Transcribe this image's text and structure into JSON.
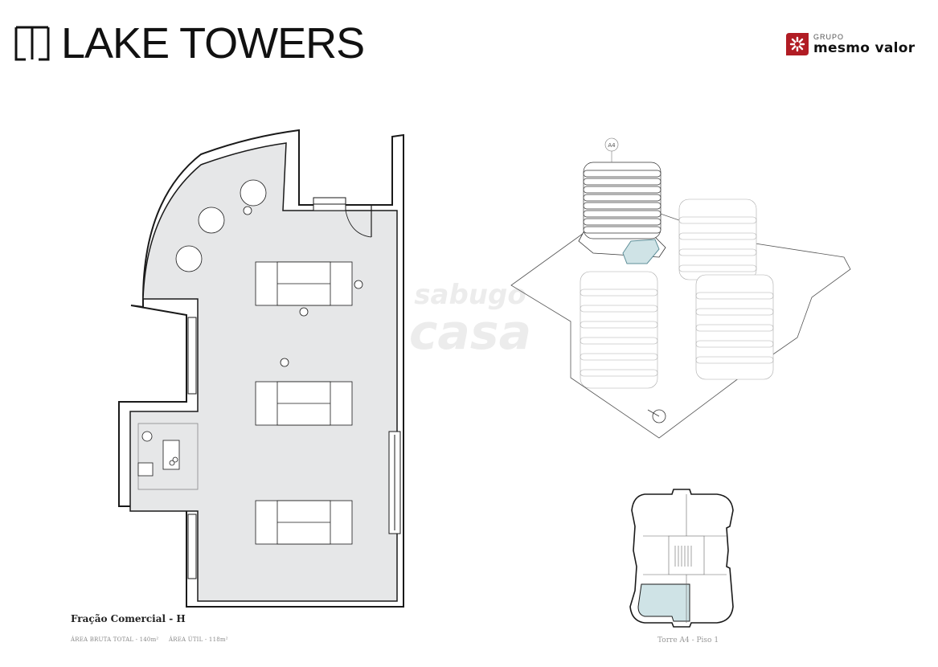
{
  "header": {
    "logo_mark": "LTJ",
    "title": "LAKE TOWERS"
  },
  "partner": {
    "small_text": "GRUPO",
    "name": "mesmo valor",
    "brand_color": "#b11c24"
  },
  "watermark": {
    "line1": "sabugo",
    "line2": "casa"
  },
  "unit": {
    "title": "Fração Comercial - H",
    "gross_area": "ÁREA BRUTA TOTAL - 140m²",
    "net_area": "ÁREA ÚTIL - 118m²"
  },
  "context_diagram": {
    "tower_tag": "A4"
  },
  "keyplan": {
    "caption": "Torre A4 - Piso 1"
  },
  "colors": {
    "floor_fill": "#e6e7e8",
    "highlight_fill": "#cfe3e6",
    "highlight_stroke": "#5f8f99",
    "wall": "#1a1a1a"
  }
}
